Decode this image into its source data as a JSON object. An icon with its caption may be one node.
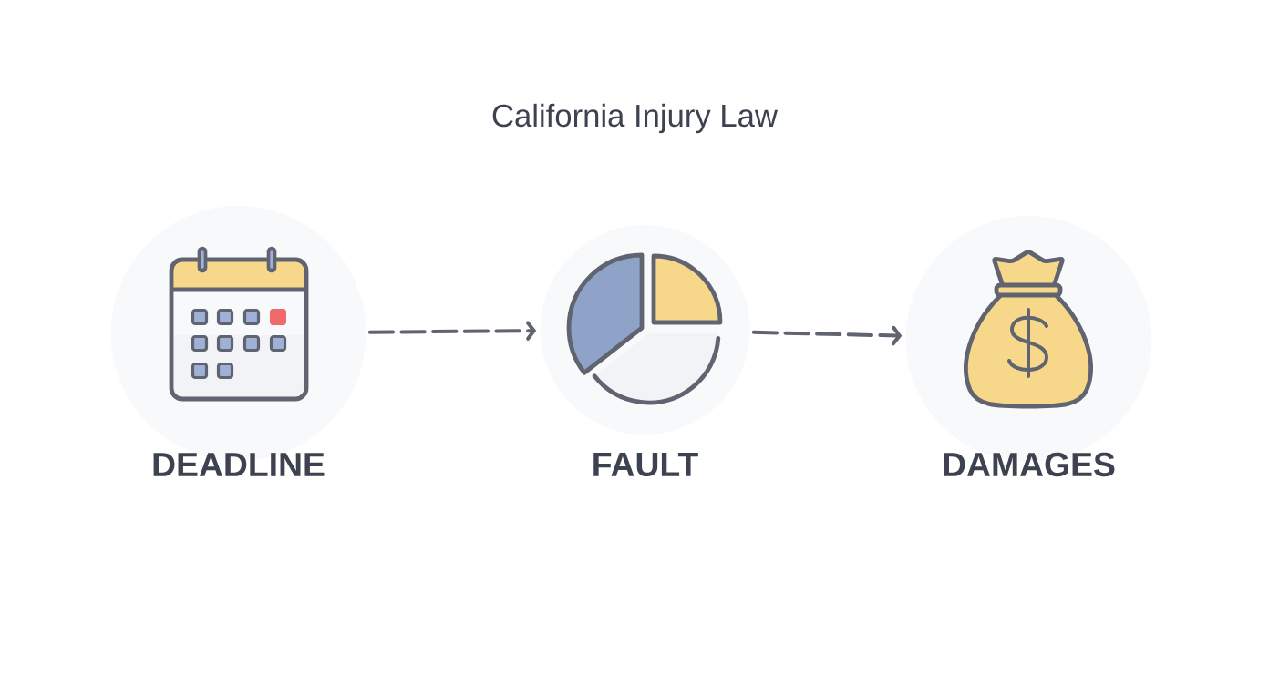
{
  "diagram": {
    "title": "California Injury Law",
    "nodes": [
      {
        "text": [
          "DEADLINE"
        ]
      },
      {
        "text": [
          "FAULT"
        ]
      },
      {
        "text": [
          "DAMAGES"
        ]
      }
    ],
    "edges": [
      {
        "from": 0,
        "to": 1,
        "arrow": "to",
        "style": "dashed"
      },
      {
        "from": 1,
        "to": 2,
        "arrow": "to",
        "style": "dashed"
      }
    ]
  }
}
